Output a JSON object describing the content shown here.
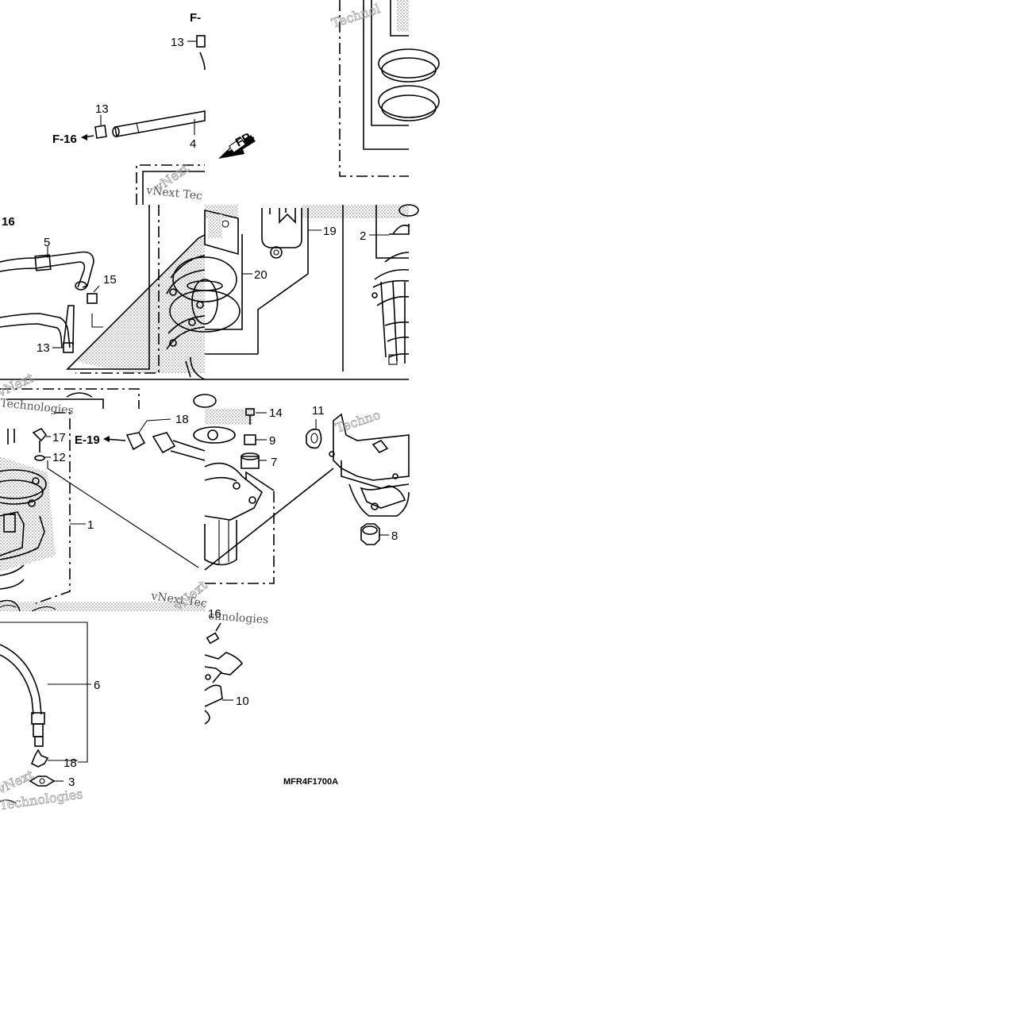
{
  "diagram": {
    "part_code": "MFR4F1700A",
    "direction_label": "FR.",
    "references": [
      "F-16",
      "16",
      "E-19",
      "F-"
    ],
    "watermark_lines": [
      "vNext",
      "Technologies",
      "vNext Tec",
      "chnologies",
      "Technol",
      "Techno",
      "Technologies"
    ],
    "callouts": {
      "c1": "1",
      "c2": "2",
      "c3": "3",
      "c4": "4",
      "c5": "5",
      "c6": "6",
      "c7": "7",
      "c8": "8",
      "c9": "9",
      "c10": "10",
      "c11": "11",
      "c12": "12",
      "c13a": "13",
      "c13b": "13",
      "c13c": "13",
      "c14": "14",
      "c15": "15",
      "c16": "16",
      "c17": "17",
      "c18a": "18",
      "c18b": "18",
      "c19": "19",
      "c20": "20"
    }
  }
}
